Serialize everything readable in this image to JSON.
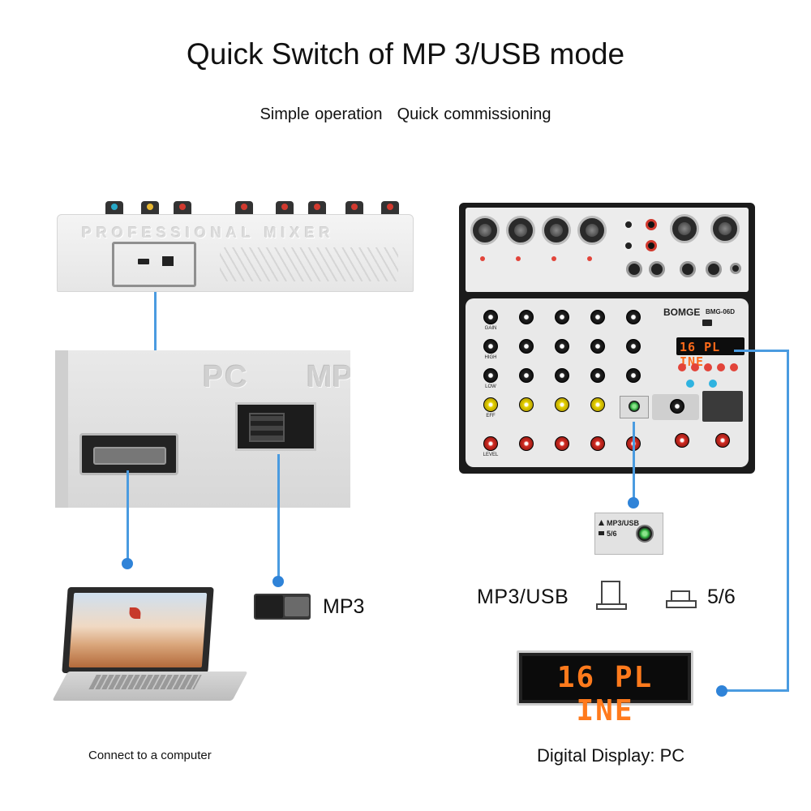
{
  "header": {
    "title": "Quick Switch of MP 3/USB mode",
    "subtitle_left": "Simple operation",
    "subtitle_right": "Quick commissioning"
  },
  "rear_panel": {
    "brand_text": "PROFESSIONAL MIXER"
  },
  "zoom_panel": {
    "pc_label": "PC",
    "mp_label": "MP"
  },
  "left": {
    "computer_caption": "Connect to a computer",
    "mp3_label": "MP3"
  },
  "front_mixer": {
    "brand": "BOMGE",
    "model": "BMG-06D",
    "display_text": "16 PL INE",
    "knob_labels": [
      "GAIN",
      "HIGH",
      "LOW",
      "EFF",
      "LEVEL"
    ]
  },
  "mp3usb_button": {
    "line1": "MP3/USB",
    "line2": "5/6"
  },
  "modes": {
    "pressed_label": "MP3/USB",
    "released_label": "5/6"
  },
  "display": {
    "text": "16 PL INE",
    "caption": "Digital Display: PC"
  },
  "colors": {
    "connector": "#4a9be0",
    "display_digits": "#ff7a1c"
  }
}
